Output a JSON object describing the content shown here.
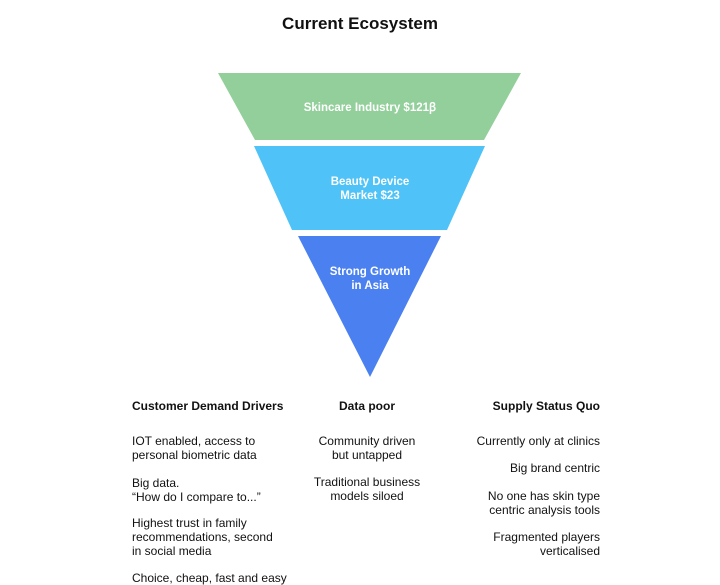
{
  "title": "Current Ecosystem",
  "funnel": {
    "tiers": [
      {
        "label": "Skincare Industry $121ꞵ",
        "color": "#92cf9a"
      },
      {
        "label": "Beauty Device\nMarket $23",
        "color": "#4fc3f7"
      },
      {
        "label": "Strong Growth\nin Asia",
        "color": "#4a80f0"
      }
    ]
  },
  "columns": [
    {
      "heading": "Customer Demand Drivers",
      "items": [
        "IOT enabled,  access to\npersonal biometric data",
        "Big data.\n“How do I compare to...”",
        "Highest trust in family\nrecommendations, second\nin social media",
        "Choice, cheap, fast and easy"
      ]
    },
    {
      "heading": "Data poor",
      "items": [
        "Community driven\nbut untapped",
        "Traditional business\nmodels siloed"
      ]
    },
    {
      "heading": "Supply Status Quo",
      "items": [
        "Currently only at clinics",
        "Big brand centric",
        "No one has skin type\ncentric analysis tools",
        "Fragmented players\nverticalised"
      ]
    }
  ]
}
